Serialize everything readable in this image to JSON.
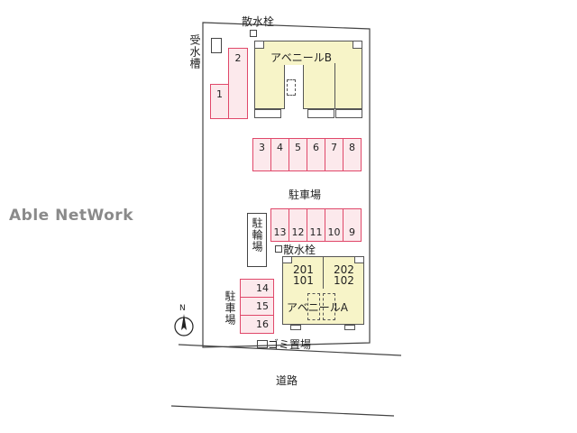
{
  "watermark": "Able NetWork",
  "labels": {
    "sprinkler_top": "散水栓",
    "sprinkler_mid": "散水栓",
    "water_tank": "受水槽",
    "parking_main": "駐車場",
    "parking_side": "駐車場",
    "bicycle_parking": "駐輪場",
    "garbage": "ゴミ置場",
    "road": "道路"
  },
  "buildings": {
    "b": {
      "name": "アベニールB"
    },
    "a": {
      "name": "アベニールA",
      "units": [
        "201",
        "101",
        "202",
        "102"
      ]
    }
  },
  "parking_left": [
    "1",
    "2"
  ],
  "parking_row_top": [
    "3",
    "4",
    "5",
    "6",
    "7",
    "8"
  ],
  "parking_row_mid": [
    "13",
    "12",
    "11",
    "10",
    "9"
  ],
  "parking_bottom": [
    "14",
    "15",
    "16"
  ],
  "compass": {
    "label": "N"
  }
}
